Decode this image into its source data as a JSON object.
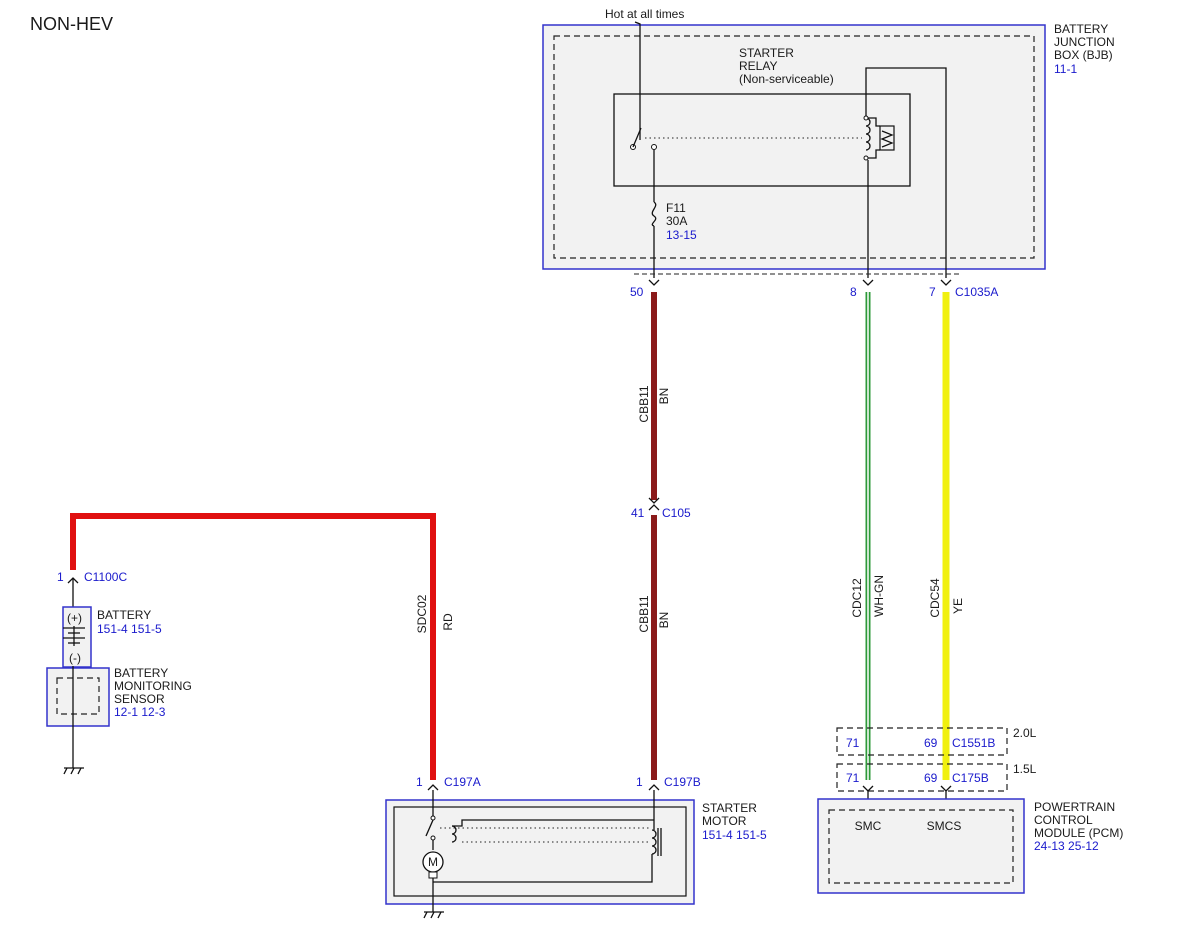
{
  "page_title": "NON-HEV",
  "hot_label": "Hot at all times",
  "bjb": {
    "name_lines": [
      "BATTERY",
      "JUNCTION",
      "BOX (BJB)"
    ],
    "ref": "11-1",
    "relay_lines": [
      "STARTER",
      "RELAY",
      "(Non-serviceable)"
    ],
    "fuse_name": "F11",
    "fuse_rating": "30A",
    "fuse_ref": "13-15",
    "connector": "C1035A",
    "pin_a": "50",
    "pin_b": "8",
    "pin_c": "7"
  },
  "wires": {
    "cbb11_upper": {
      "circuit": "CBB11",
      "color": "BN"
    },
    "cbb11_lower": {
      "circuit": "CBB11",
      "color": "BN"
    },
    "sdc02": {
      "circuit": "SDC02",
      "color": "RD"
    },
    "cdc12": {
      "circuit": "CDC12",
      "color": "WH-GN"
    },
    "cdc54": {
      "circuit": "CDC54",
      "color": "YE"
    }
  },
  "c105": {
    "pin": "41",
    "name": "C105"
  },
  "c1100c": {
    "pin": "1",
    "name": "C1100C"
  },
  "battery": {
    "name": "BATTERY",
    "refs": "151-4   151-5",
    "plus": "(+)",
    "minus": "(-)"
  },
  "bms": {
    "name_lines": [
      "BATTERY",
      "MONITORING",
      "SENSOR"
    ],
    "refs": "12-1     12-3"
  },
  "c197a": {
    "pin": "1",
    "name": "C197A"
  },
  "c197b": {
    "pin": "1",
    "name": "C197B"
  },
  "starter_motor": {
    "name_lines": [
      "STARTER",
      "MOTOR"
    ],
    "refs": "151-4   151-5",
    "motor_symbol": "M"
  },
  "pcm_connectors": {
    "c1551b": {
      "pin1": "71",
      "pin2": "69",
      "name": "C1551B",
      "engine": "2.0L"
    },
    "c175b": {
      "pin1": "71",
      "pin2": "69",
      "name": "C175B",
      "engine": "1.5L"
    }
  },
  "pcm": {
    "name_lines": [
      "POWERTRAIN",
      "CONTROL",
      "MODULE (PCM)"
    ],
    "refs": "24-13   25-12",
    "pin_smc": "SMC",
    "pin_smcs": "SMCS"
  }
}
